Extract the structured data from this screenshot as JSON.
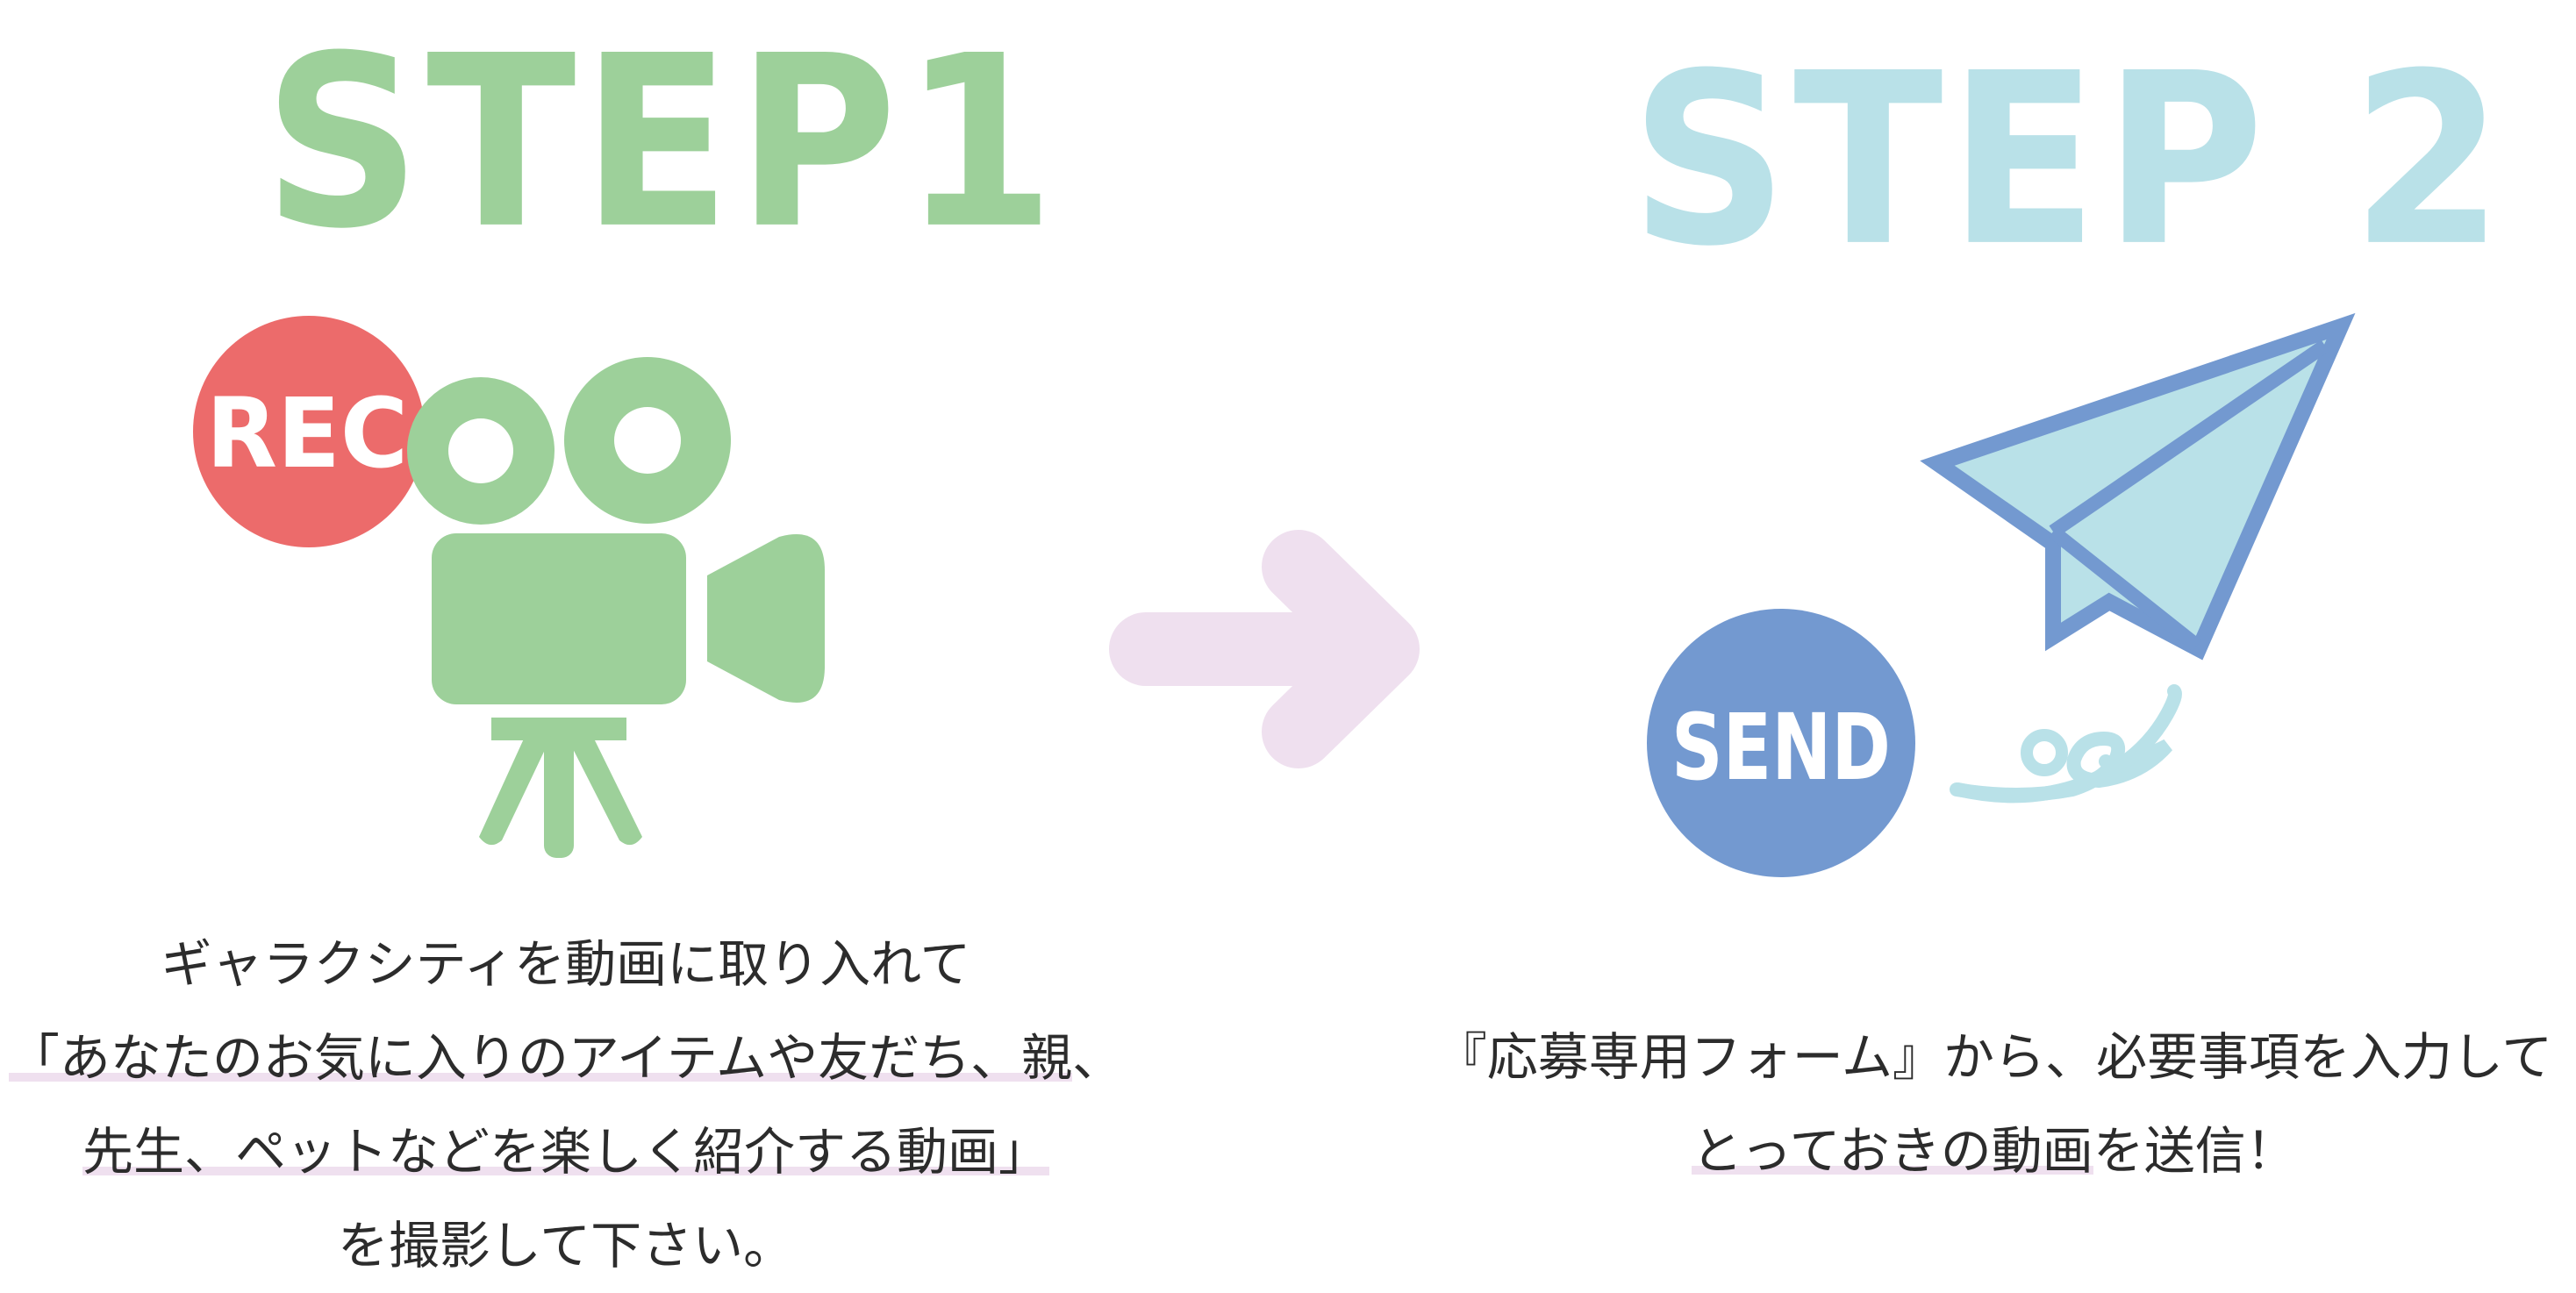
{
  "step1": {
    "title": "STEP1",
    "badge": "REC",
    "caption": {
      "line1": "ギャラクシティを動画に取り入れて",
      "line2_underlined": "「あなたのお気に入りのアイテムや友だち、親",
      "line2_rest": "、",
      "line3_underlined": "先生、ペットなどを楽しく紹介する動画」",
      "line4": "を撮影して下さい。"
    }
  },
  "arrow": {
    "icon": "right-arrow-icon"
  },
  "step2": {
    "title": "STEP 2",
    "badge": "SEND",
    "caption": {
      "line1": "『応募専用フォーム』から、必要事項を入力して",
      "line2_underlined": "とっておきの動画",
      "line2_rest": "を送信！"
    }
  },
  "colors": {
    "step1_green": "#9dd09a",
    "rec_red": "#ec6b6b",
    "step2_lightblue": "#b9e1e8",
    "send_blue": "#7399d0",
    "arrow_pink": "#efe0ef",
    "underline_pink": "#efe0ef"
  }
}
